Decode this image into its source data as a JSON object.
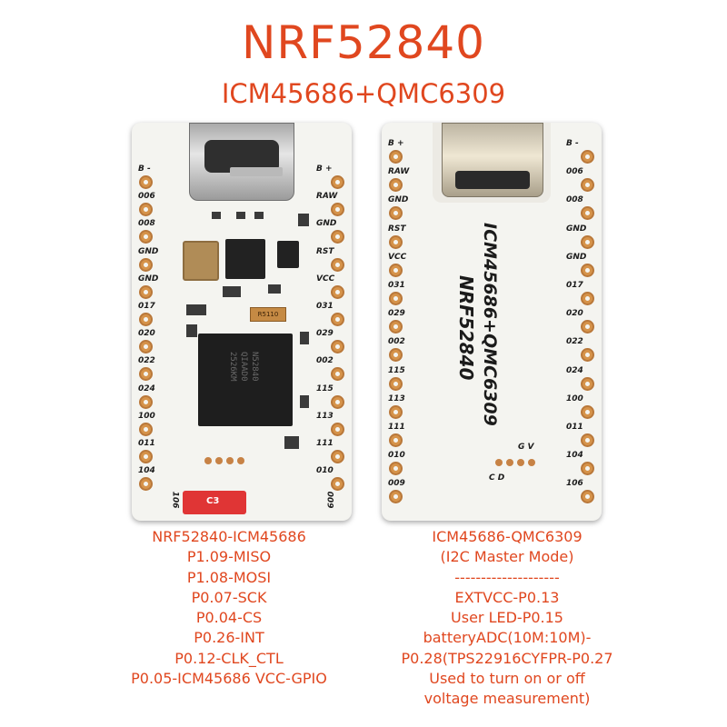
{
  "title": "NRF52840",
  "subtitle": "ICM45686+QMC6309",
  "left_board": {
    "left_pins": [
      "B -",
      "006",
      "008",
      "GND",
      "GND",
      "017",
      "020",
      "022",
      "024",
      "100",
      "011",
      "104"
    ],
    "right_pins": [
      "B +",
      "RAW",
      "GND",
      "RST",
      "VCC",
      "031",
      "029",
      "002",
      "115",
      "113",
      "111",
      "010"
    ],
    "bottom_pins": [
      "106",
      "009"
    ],
    "resistor_label": "R5110",
    "mcu_marking": "N52840\nQIAAD0\n2526KM",
    "red_component_label": "C3"
  },
  "right_board": {
    "left_pins": [
      "B +",
      "RAW",
      "GND",
      "RST",
      "VCC",
      "031",
      "029",
      "002",
      "115",
      "113",
      "111",
      "010",
      "009"
    ],
    "right_pins": [
      "B -",
      "006",
      "008",
      "GND",
      "GND",
      "017",
      "020",
      "022",
      "024",
      "100",
      "011",
      "104",
      "106"
    ],
    "vertical_label_1": "NRF52840",
    "vertical_label_2": "ICM45686+QMC6309",
    "pad_labels": "C D",
    "pad_labels_2": "G V"
  },
  "caption_left": [
    "NRF52840-ICM45686",
    "P1.09-MISO",
    "P1.08-MOSI",
    "P0.07-SCK",
    "P0.04-CS",
    "P0.26-INT",
    "P0.12-CLK_CTL",
    "P0.05-ICM45686 VCC-GPIO"
  ],
  "caption_right": [
    "ICM45686-QMC6309",
    "(I2C Master Mode)",
    "--------------------",
    "EXTVCC-P0.13",
    "User LED-P0.15",
    "batteryADC(10M:10M)-",
    "P0.28(TPS22916CYFPR-P0.27",
    "Used to turn on or off",
    "voltage measurement)"
  ]
}
